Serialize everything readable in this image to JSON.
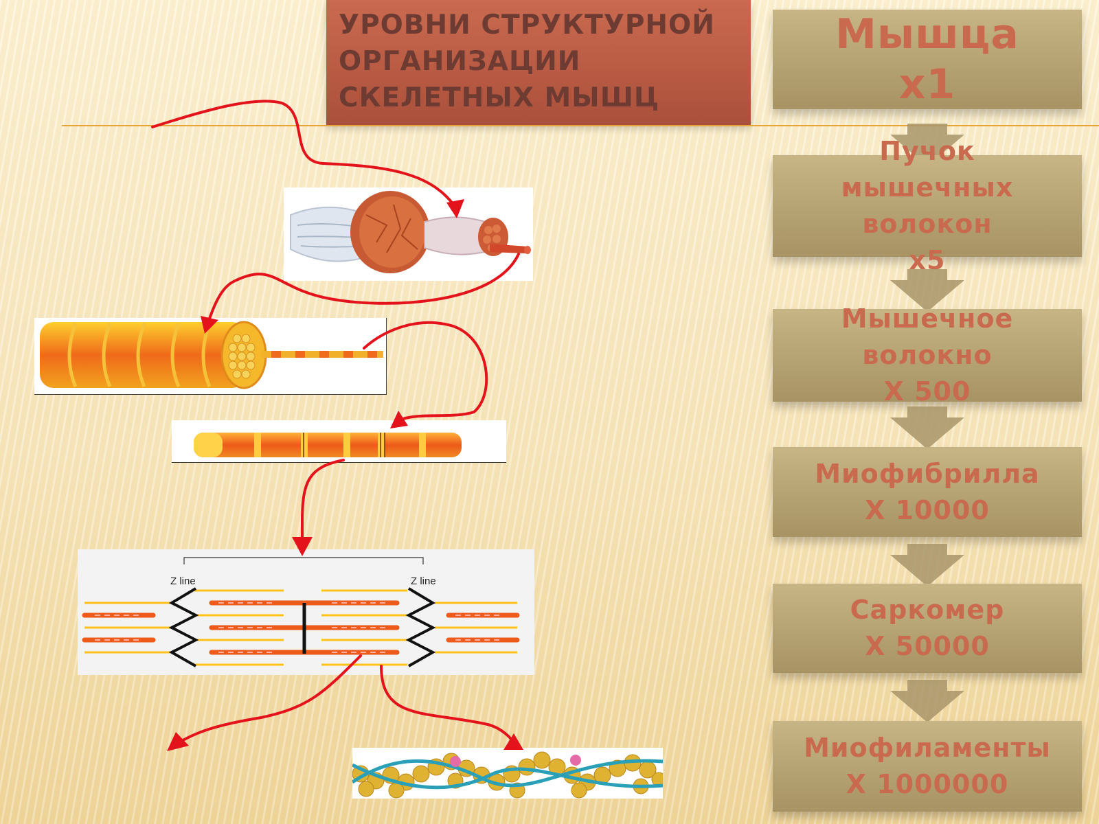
{
  "title": "УРОВНИ СТРУКТУРНОЙ ОРГАНИЗАЦИИ СКЕЛЕТНЫХ МЫШЦ",
  "levels": [
    {
      "name": "Мышца",
      "magnification": "x1"
    },
    {
      "name": "Пучок мышечных волокон",
      "magnification": "x5"
    },
    {
      "name": "Мышечное волокно",
      "magnification": "X 500"
    },
    {
      "name": "Миофибрилла",
      "magnification": "X 10000"
    },
    {
      "name": "Саркомер",
      "magnification": "X 50000"
    },
    {
      "name": "Миофиламенты",
      "magnification": "X 1000000"
    }
  ],
  "level_texts": [
    "Мышца\nx1",
    "Пучок\nмышечных\nволокон\nx5",
    "Мышечное\nволокно\nX 500",
    "Миофибрилла\nX 10000",
    "Саркомер\nX 50000",
    "Миофиламенты\nX 1000000"
  ],
  "sarcomere": {
    "z_label_left": "Z line",
    "z_label_right": "Z line"
  },
  "colors": {
    "title_bg": "#b85a43",
    "title_text": "#6e3b32",
    "level_box": "#b6a373",
    "level_text": "#c96a4e",
    "arrow_red": "#e3121b",
    "rule_line": "#e6a43a"
  },
  "icons": [
    "down-arrow-icon"
  ]
}
